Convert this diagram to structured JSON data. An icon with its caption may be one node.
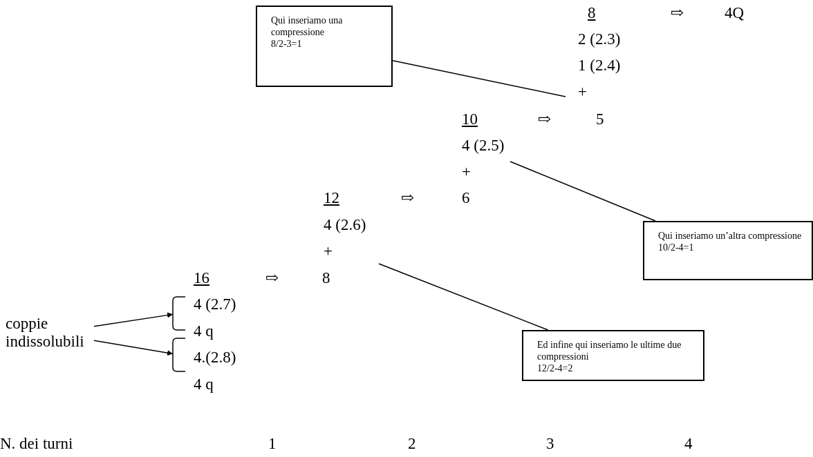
{
  "diagram": {
    "nodes": [
      {
        "text": [
          "Qui inseriamo una compressione",
          "8/2-3=1"
        ]
      },
      {
        "text": [
          "Qui inseriamo un’altra compressione",
          "10/2-4=1"
        ]
      },
      {
        "text": [
          "Ed infine qui inseriamo le ultime due compressioni",
          "12/2-4=2"
        ]
      },
      {
        "text": [
          "coppie indissolubili"
        ]
      },
      {
        "text": [],
        "shape": "bracket"
      },
      {
        "text": [],
        "shape": "bracket"
      }
    ],
    "edges": [
      {
        "from": 0,
        "to": null,
        "arrow": "none"
      },
      {
        "from": 1,
        "to": null,
        "arrow": "none"
      },
      {
        "from": 2,
        "to": null,
        "arrow": "none"
      },
      {
        "from": 3,
        "to": 4,
        "arrow": "to"
      },
      {
        "from": 3,
        "to": 5,
        "arrow": "to"
      }
    ],
    "labels": [
      "8",
      "⇨",
      "4Q",
      "2 (2.3)",
      "1 (2.4)",
      "+",
      "10",
      "⇨",
      "5",
      "4 (2.5)",
      "+",
      "12",
      "⇨",
      "6",
      "4 (2.6)",
      "+",
      "16",
      "⇨",
      "8",
      "4 (2.7)",
      "4 q",
      "4.(2.8)",
      "4 q",
      "N. dei turni",
      "1",
      "2",
      "3",
      "4"
    ]
  }
}
